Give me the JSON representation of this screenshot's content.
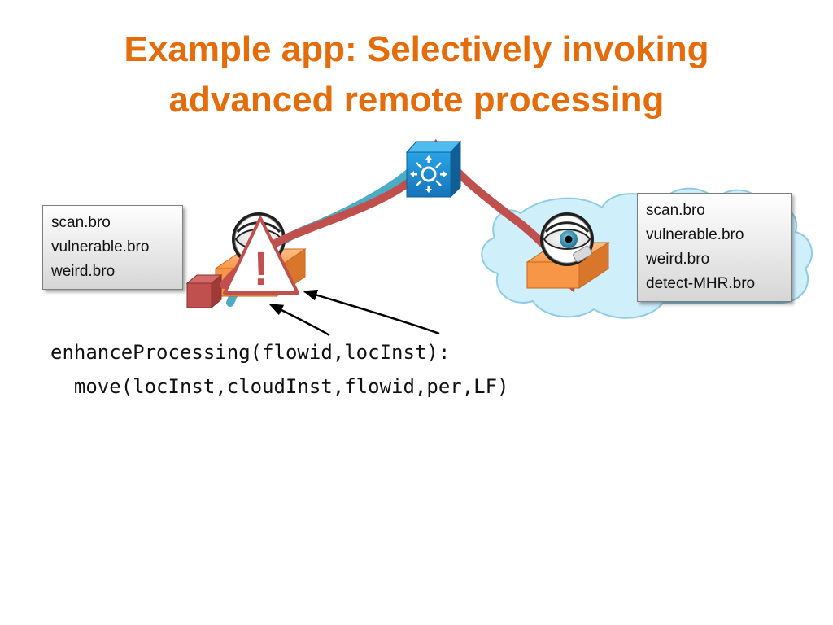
{
  "slide": {
    "title_line1": "Example app: Selectively invoking",
    "title_line2": "advanced remote processing"
  },
  "local_scripts": {
    "items": [
      "scan.bro",
      "vulnerable.bro",
      "weird.bro"
    ]
  },
  "cloud_scripts": {
    "items": [
      "scan.bro",
      "vulnerable.bro",
      "weird.bro",
      "detect-MHR.bro"
    ]
  },
  "warning": {
    "symbol": "!"
  },
  "code": {
    "line1": "enhanceProcessing(flowid,locInst):",
    "line2": "  move(locInst,cloudInst,flowid,per,LF)"
  },
  "colors": {
    "title": "#E46C0A",
    "flow_blue": "#4BACC6",
    "flow_red": "#C0504D",
    "cloud_fill": "#CFEFFB",
    "ids_box": "#F79646",
    "switch": "#1F8FD6"
  },
  "icons": {
    "switch": "network-switch-icon",
    "local_ids": "eye-ids-icon",
    "cloud_ids": "eye-ids-icon",
    "warning": "warning-triangle-icon",
    "cloud": "cloud-icon",
    "packet": "red-cube-icon"
  }
}
